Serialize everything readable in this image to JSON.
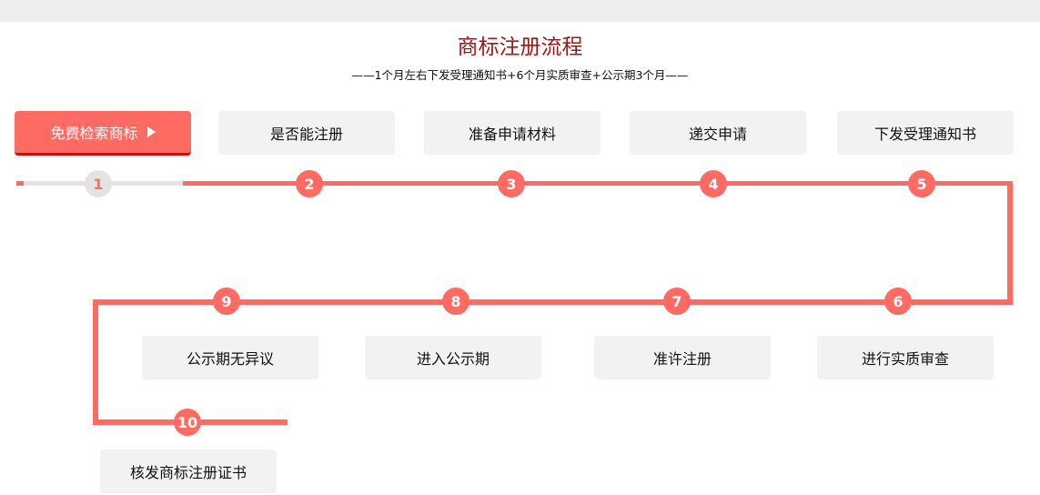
{
  "title": "商标注册流程",
  "subtitle": "——1个月左右下发受理通知书+6个月实质审查+公示期3个月——",
  "steps": [
    {
      "num": "1",
      "label": "免费检索商标"
    },
    {
      "num": "2",
      "label": "是否能注册"
    },
    {
      "num": "3",
      "label": "准备申请材料"
    },
    {
      "num": "4",
      "label": "递交申请"
    },
    {
      "num": "5",
      "label": "下发受理通知书"
    },
    {
      "num": "6",
      "label": "进行实质审查"
    },
    {
      "num": "7",
      "label": "准许注册"
    },
    {
      "num": "8",
      "label": "进入公示期"
    },
    {
      "num": "9",
      "label": "公示期无异议"
    },
    {
      "num": "10",
      "label": "核发商标注册证书"
    }
  ],
  "colors": {
    "accent": "#ff6b63",
    "title": "#a01818",
    "box": "#f2f2f2"
  }
}
